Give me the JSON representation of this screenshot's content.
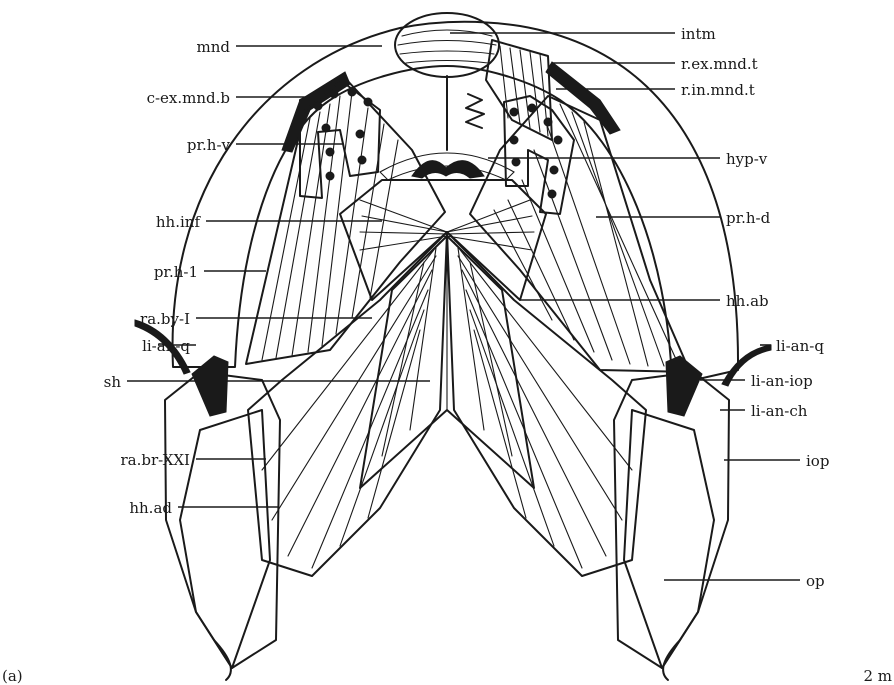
{
  "panel_label": "(a)",
  "scale_label": "2 m",
  "labels_left": [
    "mnd",
    "c-ex.mnd.b",
    "pr.h-v",
    "hh.inf",
    "pr.h-1",
    "ra.by-I",
    "li-an-q",
    "sh",
    "ra.br-XXI",
    "hh.ad"
  ],
  "labels_right": [
    "intm",
    "r.ex.mnd.t",
    "r.in.mnd.t",
    "hyp-v",
    "pr.h-d",
    "hh.ab",
    "li-an-q",
    "li-an-iop",
    "li-an-ch",
    "iop",
    "op"
  ]
}
